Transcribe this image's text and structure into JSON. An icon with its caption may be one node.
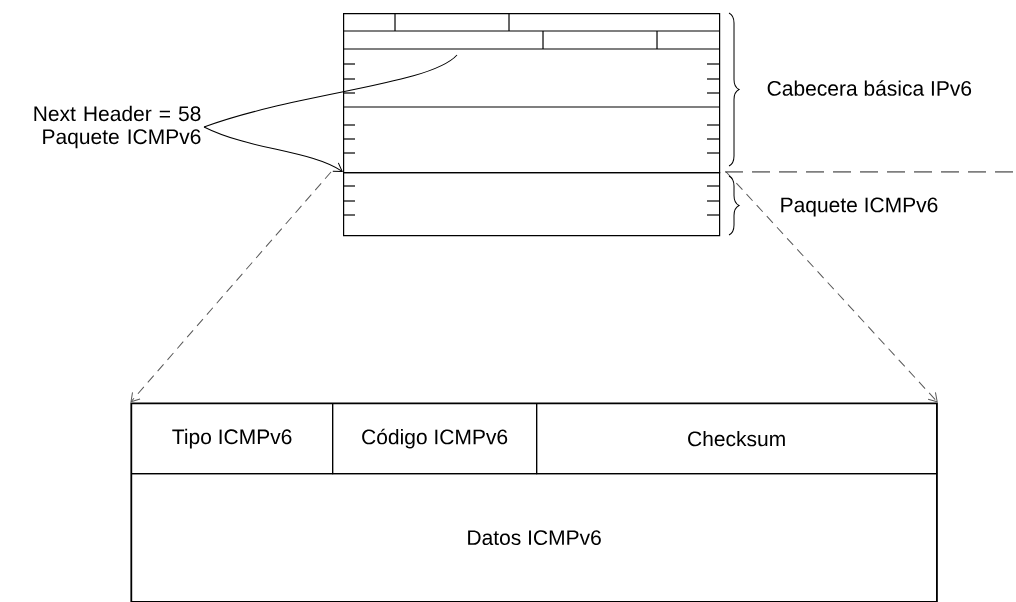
{
  "diagram": {
    "nodes": [
      {
        "text": [
          "Next Header = 58 Paquete ICMPv6"
        ]
      },
      {
        "text": [],
        "shape": "box"
      },
      {
        "text": [],
        "shape": "box"
      },
      {
        "text": [],
        "shape": "box"
      },
      {
        "text": [
          "Tipo ICMPv6"
        ],
        "in": 3
      },
      {
        "text": [
          "Código ICMPv6"
        ],
        "in": 3
      },
      {
        "text": [
          "Checksum"
        ],
        "in": 3
      },
      {
        "text": [
          "Datos ICMPv6"
        ],
        "in": 3
      }
    ],
    "edges": [
      {
        "from": 0,
        "to": 1,
        "arrow": "none"
      },
      {
        "from": 0,
        "to": 2,
        "arrow": "to"
      },
      {
        "from": 2,
        "to": 3,
        "arrow": "to",
        "style": "dashed"
      },
      {
        "from": 2,
        "to": 3,
        "arrow": "to",
        "style": "dashed"
      }
    ],
    "labels": [
      "Cabecera básica IPv6",
      "Paquete ICMPv6"
    ]
  }
}
